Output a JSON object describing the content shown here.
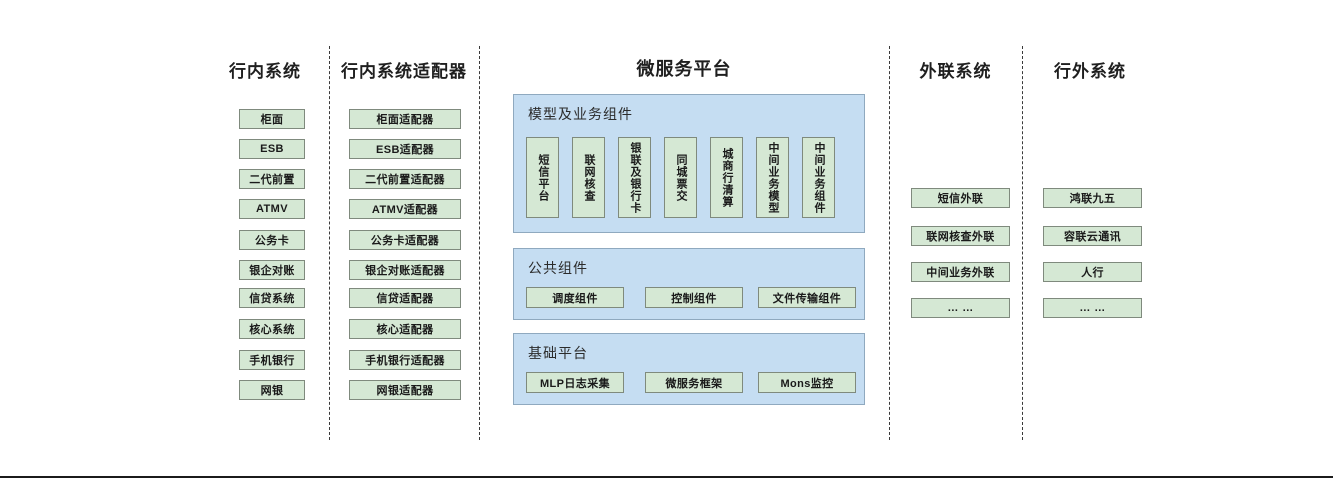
{
  "diagram": {
    "title_bank_internal": "行内系统",
    "title_adapters": "行内系统适配器",
    "title_platform": "微服务平台",
    "title_outreach": "外联系统",
    "title_external": "行外系统",
    "colors": {
      "node_fill": "#d5e8d4",
      "node_border": "#7f8a7d",
      "panel_fill": "#c5ddf2",
      "panel_border": "#8fa9bf",
      "divider": "#3a3a3a"
    },
    "bank_internal_items": [
      {
        "label": "柜面"
      },
      {
        "label": "ESB"
      },
      {
        "label": "二代前置"
      },
      {
        "label": "ATMV"
      },
      {
        "label": "公务卡"
      },
      {
        "label": "银企对账"
      },
      {
        "label": "信贷系统"
      },
      {
        "label": "核心系统"
      },
      {
        "label": "手机银行"
      },
      {
        "label": "网银"
      }
    ],
    "adapter_items": [
      {
        "label": "柜面适配器"
      },
      {
        "label": "ESB适配器"
      },
      {
        "label": "二代前置适配器"
      },
      {
        "label": "ATMV适配器"
      },
      {
        "label": "公务卡适配器"
      },
      {
        "label": "银企对账适配器"
      },
      {
        "label": "信贷适配器"
      },
      {
        "label": "核心适配器"
      },
      {
        "label": "手机银行适配器"
      },
      {
        "label": "网银适配器"
      }
    ],
    "panel_model": {
      "title": "模型及业务组件",
      "items": [
        {
          "label": "短信平台"
        },
        {
          "label": "联网核查"
        },
        {
          "label": "银联及银行卡"
        },
        {
          "label": "同城票交"
        },
        {
          "label": "城商行清算"
        },
        {
          "label": "中间业务模型"
        },
        {
          "label": "中间业务组件"
        }
      ]
    },
    "panel_common": {
      "title": "公共组件",
      "items": [
        {
          "label": "调度组件"
        },
        {
          "label": "控制组件"
        },
        {
          "label": "文件传输组件"
        }
      ]
    },
    "panel_base": {
      "title": "基础平台",
      "items": [
        {
          "label": "MLP日志采集"
        },
        {
          "label": "微服务框架"
        },
        {
          "label": "Mons监控"
        }
      ]
    },
    "outreach_items": [
      {
        "label": "短信外联"
      },
      {
        "label": "联网核查外联"
      },
      {
        "label": "中间业务外联"
      },
      {
        "label": "… …"
      }
    ],
    "external_items": [
      {
        "label": "鸿联九五"
      },
      {
        "label": "容联云通讯"
      },
      {
        "label": "人行"
      },
      {
        "label": "… …"
      }
    ]
  }
}
